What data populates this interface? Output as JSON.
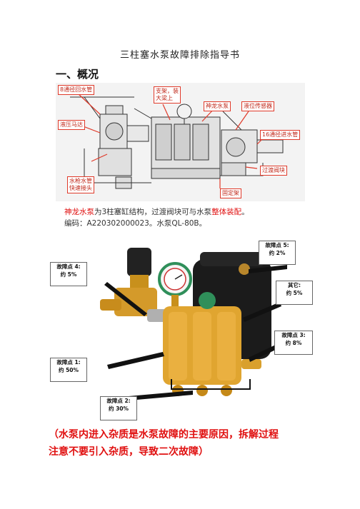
{
  "doc": {
    "title": "三柱塞水泵故障排除指导书",
    "section_heading": "一、概况"
  },
  "diagram": {
    "labels": {
      "return_pipe": "8通径回水管",
      "bracket": "支架，装\n大梁上",
      "pump": "神龙水泵",
      "level_sensor": "液位传感器",
      "hydraulic_motor": "液压马达",
      "inlet_pipe": "16通径进水管",
      "transition_valve": "过渡阀块",
      "gun_hose": "水枪水管\n快速接头",
      "fixed_frame": "固定架"
    }
  },
  "description": {
    "pump_name": "神龙水泵",
    "part1": "为3柱塞缸结构，过渡阀块可与水泵",
    "integral": "整体装配",
    "end": "。",
    "line2": "编码：A220302000023。水泵QL-80B。"
  },
  "fault_points": {
    "p5_label": "故障点 5:",
    "p5_rate": "约 2%",
    "p4_label": "故障点 4:",
    "p4_rate": "约 5%",
    "other_label": "其它:",
    "other_rate": "约 5%",
    "p3_label": "故障点 3:",
    "p3_rate": "约 8%",
    "p1_label": "故障点 1:",
    "p1_rate": "约 50%",
    "p2_label": "故障点 2:",
    "p2_rate": "约 30%"
  },
  "note": {
    "line1": "（水泵内进入杂质是水泵故障的主要原因，拆解过程",
    "line2": "注意不要引入杂质，导致二次故障）"
  }
}
